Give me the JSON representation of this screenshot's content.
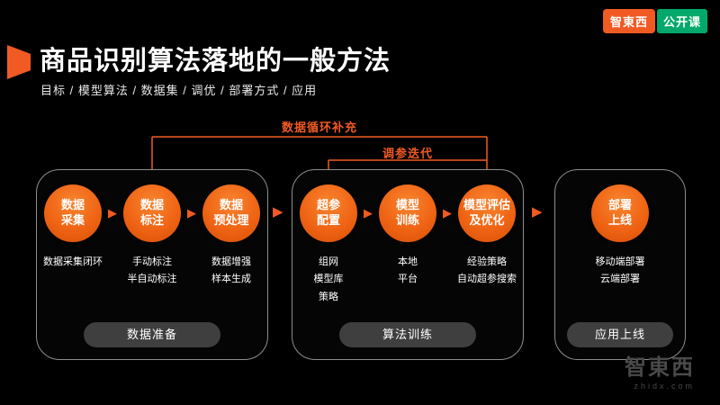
{
  "colors": {
    "accent": "#f15a22",
    "badge_green": "#00a96b"
  },
  "header": {
    "logo": "智東西",
    "badge": "公开课"
  },
  "title": "商品识别算法落地的一般方法",
  "subtitle": "目标 / 模型算法 / 数据集 / 调优 / 部署方式 / 应用",
  "annotations": {
    "data_loop": "数据循环补充",
    "tuning_loop": "调参迭代"
  },
  "arrow_glyph": "▶",
  "groups": [
    {
      "label": "数据准备",
      "nodes": [
        {
          "line1": "数据",
          "line2": "采集",
          "notes": [
            "数据采集闭环"
          ]
        },
        {
          "line1": "数据",
          "line2": "标注",
          "notes": [
            "手动标注",
            "半自动标注"
          ]
        },
        {
          "line1": "数据",
          "line2": "预处理",
          "notes": [
            "数据增强",
            "样本生成"
          ]
        }
      ]
    },
    {
      "label": "算法训练",
      "nodes": [
        {
          "line1": "超参",
          "line2": "配置",
          "notes": [
            "组网",
            "模型库",
            "策略"
          ]
        },
        {
          "line1": "模型",
          "line2": "训练",
          "notes": [
            "本地",
            "平台"
          ]
        },
        {
          "line1": "模型评估",
          "line2": "及优化",
          "notes": [
            "经验策略",
            "自动超参搜索"
          ]
        }
      ]
    },
    {
      "label": "应用上线",
      "nodes": [
        {
          "line1": "部署",
          "line2": "上线",
          "notes": [
            "移动端部署",
            "云端部署"
          ]
        }
      ]
    }
  ],
  "watermark": {
    "logo": "智東西",
    "domain": "zhidx.com"
  }
}
